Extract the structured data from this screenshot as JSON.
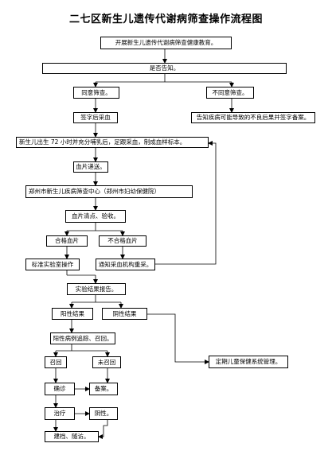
{
  "title": "二七区新生儿遗传代谢病筛查操作流程图",
  "nodes": {
    "health_education": "开展新生儿遗传代谢病筛查健康教育。",
    "consent_question": "是否告知。",
    "agree": "同意筛查。",
    "disagree": "不同意筛查。",
    "sign_and_collect": "签字后采血",
    "inform_consequence": "告知疾病可能导致的不良后果并签字备案。",
    "blood_sampling": "新生儿出生 72 小时并充分哺乳后，足跟采血，制成血样标本。",
    "deliver": "血片递送。",
    "center": "郑州市新生儿疾病筛查中心（郑州市妇幼保健院）",
    "check": "血片清点、验收。",
    "qualified": "合格血片",
    "unqualified": "不合格血片",
    "lab_test": "标准实验室操作",
    "recall_sample": "通知采血机构重采。",
    "report": "实验结果报告。",
    "positive": "阳性结果",
    "negative": "阴性结果",
    "positive_recall": "阳性病例追踪、召回。",
    "recalled": "召回",
    "not_recalled": "未召回",
    "child_care": "定期儿童保健系统管理。",
    "confirmed": "确诊",
    "filed": "备案。",
    "treatment": "治疗",
    "neg_result": "阴性。",
    "archive": "建档、随访。"
  }
}
